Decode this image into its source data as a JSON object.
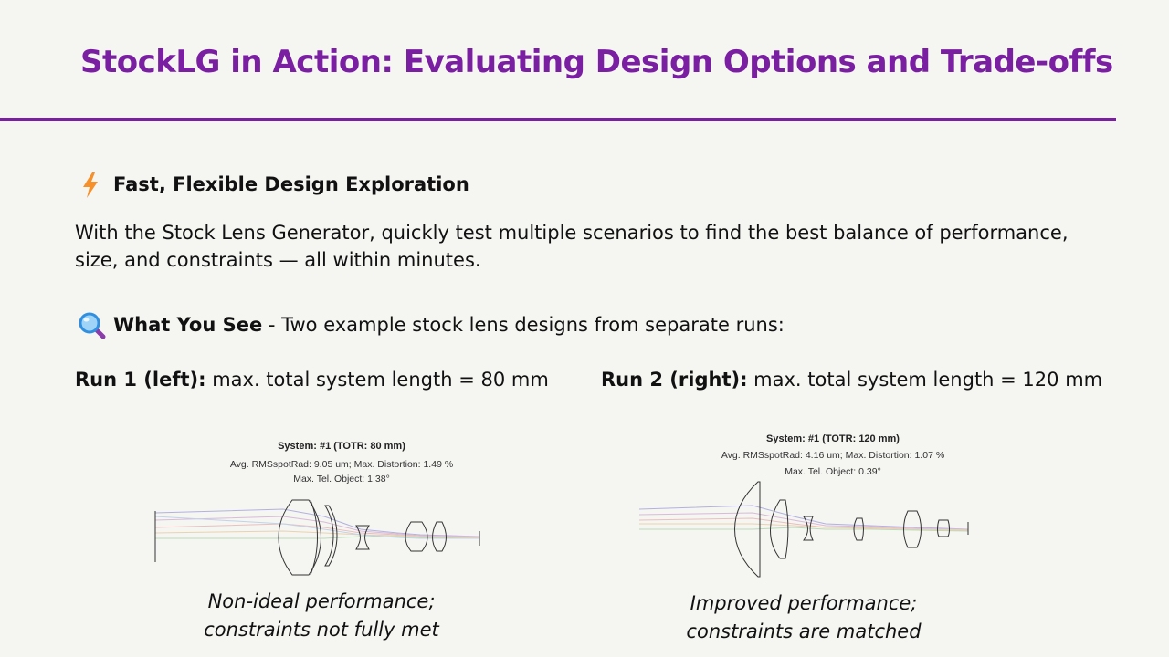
{
  "slide": {
    "title": "StockLG in Action: Evaluating Design Options and Trade-offs",
    "section1": {
      "icon": "lightning-icon",
      "heading": "Fast, Flexible Design Exploration"
    },
    "paragraph": "With the Stock Lens Generator, quickly test multiple scenarios to find the best balance of performance, size, and constraints — all within minutes.",
    "section2": {
      "icon": "magnifier-icon",
      "heading": "What You See",
      "text": " - Two example stock lens designs from separate runs:"
    },
    "run1": {
      "label": "Run 1 (left):",
      "text": " max. total system length = 80 mm"
    },
    "run2": {
      "label": "Run 2 (right):",
      "text": " max. total system length = 120 mm"
    },
    "fig1": {
      "title": "System: #1 (TOTR: 80 mm)",
      "line2": "Avg. RMSspotRad: 9.05 um; Max. Distortion: 1.49 %",
      "line3": "Max. Tel. Object: 1.38°",
      "caption_line1": "Non-ideal performance;",
      "caption_line2": "constraints not fully met"
    },
    "fig2": {
      "title": "System: #1 (TOTR: 120 mm)",
      "line2": "Avg. RMSspotRad: 4.16 um; Max. Distortion: 1.07 %",
      "line3": "Max. Tel. Object: 0.39°",
      "caption_line1": "Improved performance;",
      "caption_line2": "constraints are matched"
    },
    "colors": {
      "accent": "#7a1fa2",
      "lightning": "#f5902a",
      "magnifier": "#2f8fe0"
    }
  }
}
